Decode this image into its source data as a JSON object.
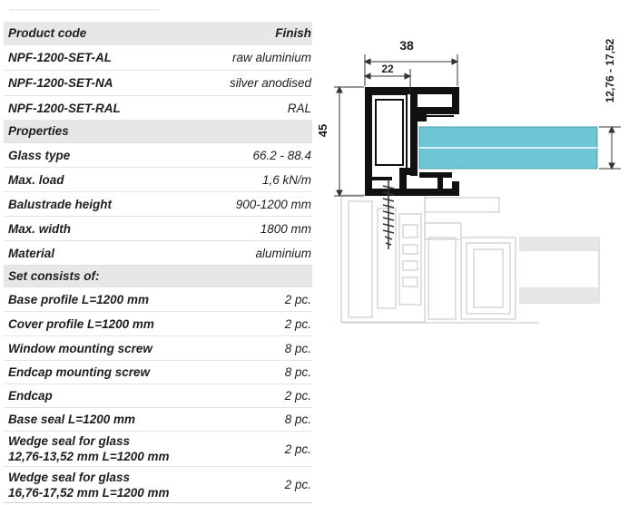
{
  "table": {
    "header": {
      "left": "Product code",
      "right": "Finish"
    },
    "codes": [
      {
        "code": "NPF-1200-SET-AL",
        "finish": "raw aluminium"
      },
      {
        "code": "NPF-1200-SET-NA",
        "finish": "silver anodised"
      },
      {
        "code": "NPF-1200-SET-RAL",
        "finish": "RAL"
      }
    ],
    "properties_title": "Properties",
    "properties": [
      {
        "label": "Glass type",
        "value": "66.2 - 88.4"
      },
      {
        "label": "Max. load",
        "value": "1,6 kN/m"
      },
      {
        "label": "Balustrade height",
        "value": "900-1200 mm"
      },
      {
        "label": "Max. width",
        "value": "1800 mm"
      },
      {
        "label": "Material",
        "value": "aluminium"
      }
    ],
    "set_title": "Set consists of:",
    "set_items": [
      {
        "label": "Base profile L=1200 mm",
        "qty": "2 pc."
      },
      {
        "label": "Cover profile L=1200 mm",
        "qty": "2 pc."
      },
      {
        "label": "Window mounting screw",
        "qty": "8 pc."
      },
      {
        "label": "Endcap mounting screw",
        "qty": "8 pc."
      },
      {
        "label": "Endcap",
        "qty": "2 pc."
      },
      {
        "label": "Base seal L=1200 mm",
        "qty": "8 pc."
      },
      {
        "label_line1": "Wedge seal for glass",
        "label_line2": "12,76-13,52 mm L=1200 mm",
        "qty": "2 pc."
      },
      {
        "label_line1": "Wedge seal for glass",
        "label_line2": "16,76-17,52 mm L=1200 mm",
        "qty": "2 pc."
      }
    ]
  },
  "drawing": {
    "dim_width_total": "38",
    "dim_width_inner": "22",
    "dim_height": "45",
    "dim_glass": "12,76 - 17,52",
    "colors": {
      "glass": "#6ec5d6",
      "profile": "#111111",
      "ghost": "#d8d8d8"
    }
  }
}
